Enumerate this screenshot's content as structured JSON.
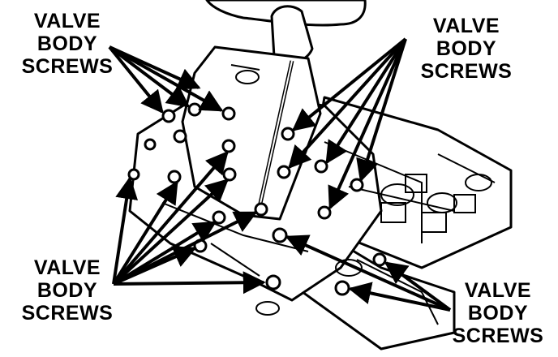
{
  "callouts": [
    {
      "id": "top-left",
      "lines": [
        "VALVE",
        "BODY",
        "SCREWS"
      ]
    },
    {
      "id": "top-right",
      "lines": [
        "VALVE",
        "BODY",
        "SCREWS"
      ]
    },
    {
      "id": "bottom-left",
      "lines": [
        "VALVE",
        "BODY",
        "SCREWS"
      ]
    },
    {
      "id": "bottom-right",
      "lines": [
        "VALVE",
        "BODY",
        "SCREWS"
      ]
    }
  ],
  "colors": {
    "ink": "#000000",
    "paper": "#ffffff"
  }
}
